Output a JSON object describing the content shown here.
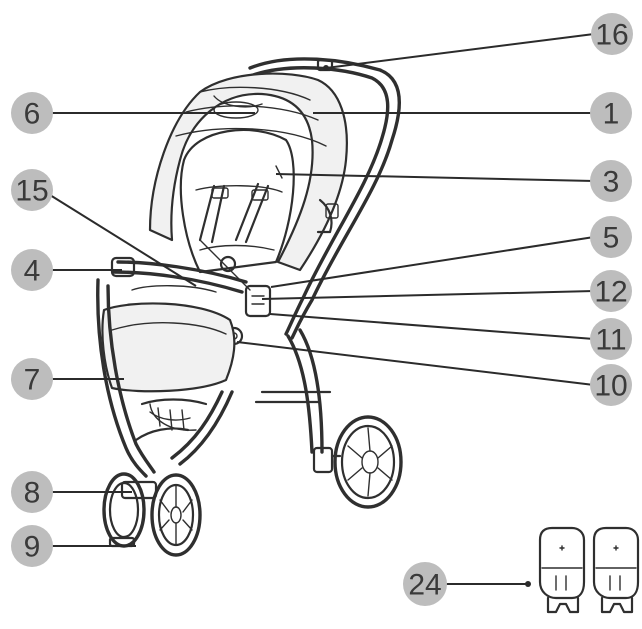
{
  "callouts": [
    {
      "id": "c16",
      "label": "16"
    },
    {
      "id": "c1",
      "label": "1"
    },
    {
      "id": "c6",
      "label": "6"
    },
    {
      "id": "c3",
      "label": "3"
    },
    {
      "id": "c15",
      "label": "15"
    },
    {
      "id": "c5",
      "label": "5"
    },
    {
      "id": "c4",
      "label": "4"
    },
    {
      "id": "c12",
      "label": "12"
    },
    {
      "id": "c11",
      "label": "11"
    },
    {
      "id": "c7",
      "label": "7"
    },
    {
      "id": "c10",
      "label": "10"
    },
    {
      "id": "c8",
      "label": "8"
    },
    {
      "id": "c9",
      "label": "9"
    },
    {
      "id": "c24",
      "label": "24"
    }
  ],
  "colors": {
    "badge": "#bdbdbd",
    "label_text": "#3a3a3a",
    "line": "#2b2b2b"
  }
}
